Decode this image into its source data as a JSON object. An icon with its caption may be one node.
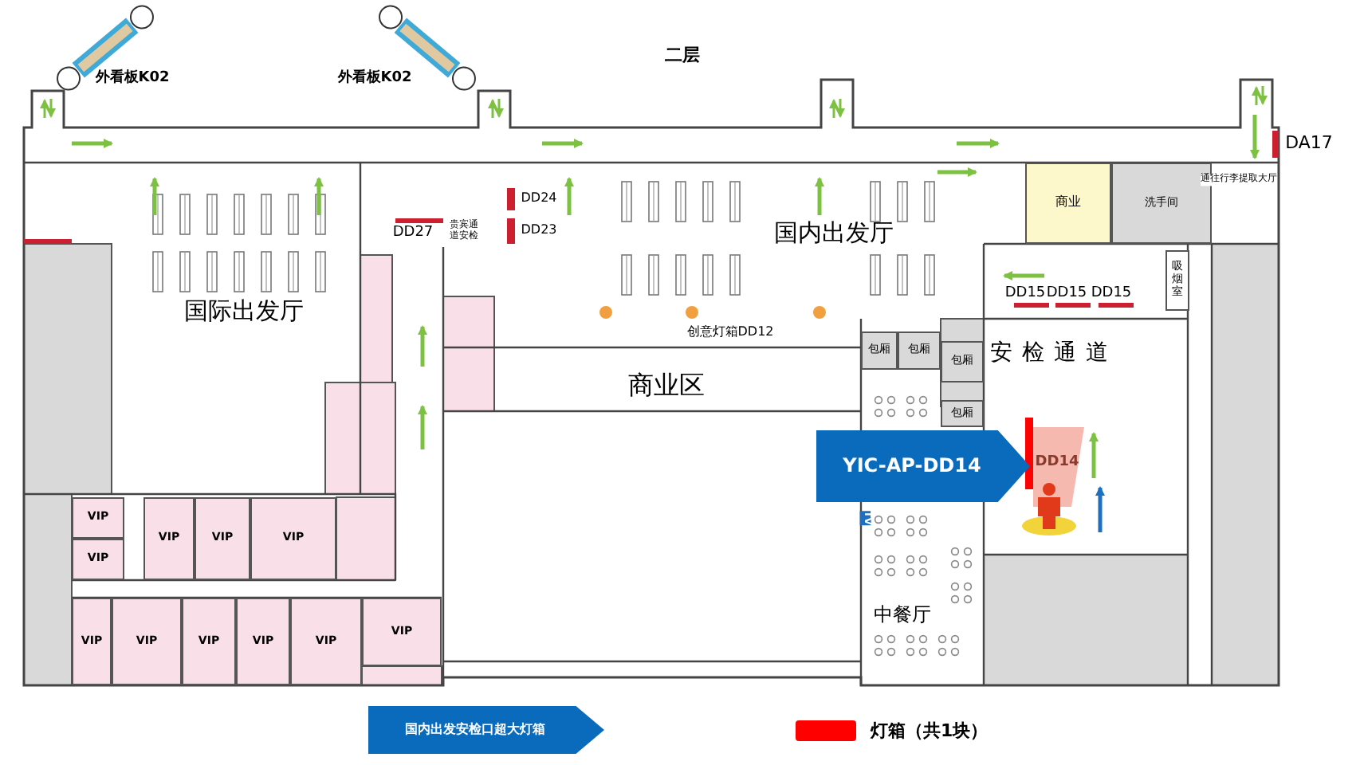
{
  "diagram": {
    "title": "二层",
    "nodes": [
      {
        "text": [
          "商业"
        ]
      },
      {
        "text": [
          "洗手间"
        ]
      },
      {
        "text": [
          "吸烟室"
        ]
      },
      {
        "text": [
          "包厢"
        ]
      },
      {
        "text": [
          "包厢"
        ]
      },
      {
        "text": [
          "包厢"
        ]
      },
      {
        "text": [
          "包厢"
        ]
      },
      {
        "text": [
          "YIC-AP-DD14"
        ]
      },
      {
        "text": [
          "VIP"
        ]
      },
      {
        "text": [
          "VIP"
        ]
      },
      {
        "text": [
          "VIP"
        ]
      },
      {
        "text": [
          "VIP"
        ]
      },
      {
        "text": [
          "VIP"
        ]
      },
      {
        "text": [
          "VIP"
        ]
      },
      {
        "text": [
          "VIP"
        ]
      },
      {
        "text": [
          "VIP"
        ]
      },
      {
        "text": [
          "VIP"
        ]
      },
      {
        "text": [
          "VIP"
        ]
      },
      {
        "text": [
          "VIP"
        ]
      },
      {
        "text": [
          "国内出发安检口超大灯箱"
        ]
      }
    ],
    "labels": [
      "外看板K02",
      "外看板K02",
      "DA17",
      "通往行李提取大厅",
      "DD24",
      "DD27",
      "贵宾通道安检",
      "DD23",
      "国内出发厅",
      "国际出发厅",
      "DD15",
      "DD15",
      "DD15",
      "创意灯箱DD12",
      "商业区",
      "安检通道",
      "DD14",
      "TV",
      "中餐厅"
    ],
    "legend": [
      {
        "text": "灯箱（共1块）",
        "color": "#ff0000"
      }
    ]
  }
}
